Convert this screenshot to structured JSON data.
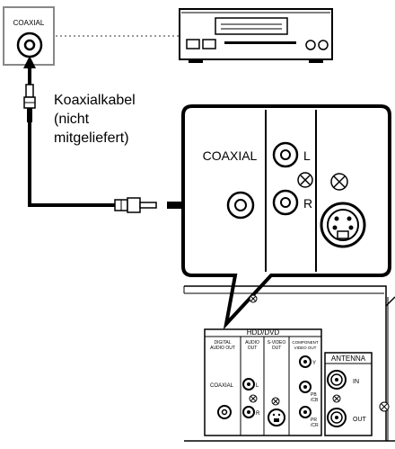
{
  "top_jack": {
    "label": "COAXIAL"
  },
  "cable_caption": [
    "Koaxialkabel",
    "(nicht",
    "mitgeliefert)"
  ],
  "zoom_panel": {
    "coaxial_label": "COAXIAL",
    "left_label": "L",
    "right_label": "R"
  },
  "rear_panel": {
    "section_title": "HDD/DVD",
    "col_digital": [
      "DIGITAL",
      "AUDIO OUT"
    ],
    "col_audio": [
      "AUDIO",
      "OUT"
    ],
    "col_svideo": [
      "S-VIDEO",
      "OUT"
    ],
    "col_component": [
      "COMPONENT",
      "VIDEO OUT"
    ],
    "coaxial_label": "COAXIAL",
    "left_label": "L",
    "right_label": "R",
    "y_label": "Y",
    "pb_label": [
      "PB",
      "/CB"
    ],
    "pr_label": [
      "PR",
      "/CR"
    ],
    "antenna_title": "ANTENNA",
    "antenna_in": "IN",
    "antenna_out": "OUT"
  }
}
